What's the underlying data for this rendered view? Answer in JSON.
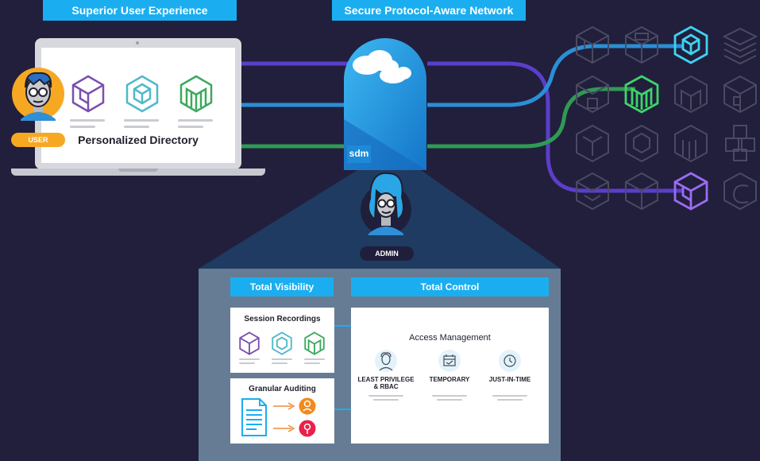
{
  "banners": {
    "left": "Superior User Experience",
    "center": "Secure Protocol-Aware Network"
  },
  "laptop": {
    "directory_title": "Personalized Directory"
  },
  "user_badge": "USER",
  "admin_badge": "ADMIN",
  "gateway_logo": "sdm",
  "panel": {
    "visibility_header": "Total Visibility",
    "control_header": "Total Control",
    "session_recordings": "Session Recordings",
    "granular_auditing": "Granular Auditing",
    "access_management": "Access Management",
    "access_items": [
      {
        "label_line1": "LEAST PRIVILEGE",
        "label_line2": "& RBAC",
        "icon": "person-icon"
      },
      {
        "label_line1": "TEMPORARY",
        "label_line2": "",
        "icon": "calendar-icon"
      },
      {
        "label_line1": "JUST-IN-TIME",
        "label_line2": "",
        "icon": "clock-icon"
      }
    ]
  },
  "colors": {
    "background": "#211f3c",
    "accent_blue": "#1aaef0",
    "badge_orange": "#f7a823",
    "line_purple": "#5b3ec9",
    "line_blue": "#2a8fd6",
    "line_green": "#2f9a53",
    "panel_gray": "#667c95",
    "cone_navy": "#1f3b61"
  },
  "resource_icons": [
    "cube-outline-icon",
    "cube-outline-icon",
    "cube-cyan-highlight-icon",
    "stack-outline-icon",
    "cube-outline-icon",
    "cube-green-highlight-icon",
    "cube-outline-icon",
    "cube-outline-icon",
    "cube-outline-icon",
    "cube-outline-icon",
    "cube-outline-icon",
    "cube-outline-icon",
    "cube-outline-icon",
    "cube-outline-icon",
    "cube-purple-highlight-icon",
    "cube-outline-icon"
  ]
}
